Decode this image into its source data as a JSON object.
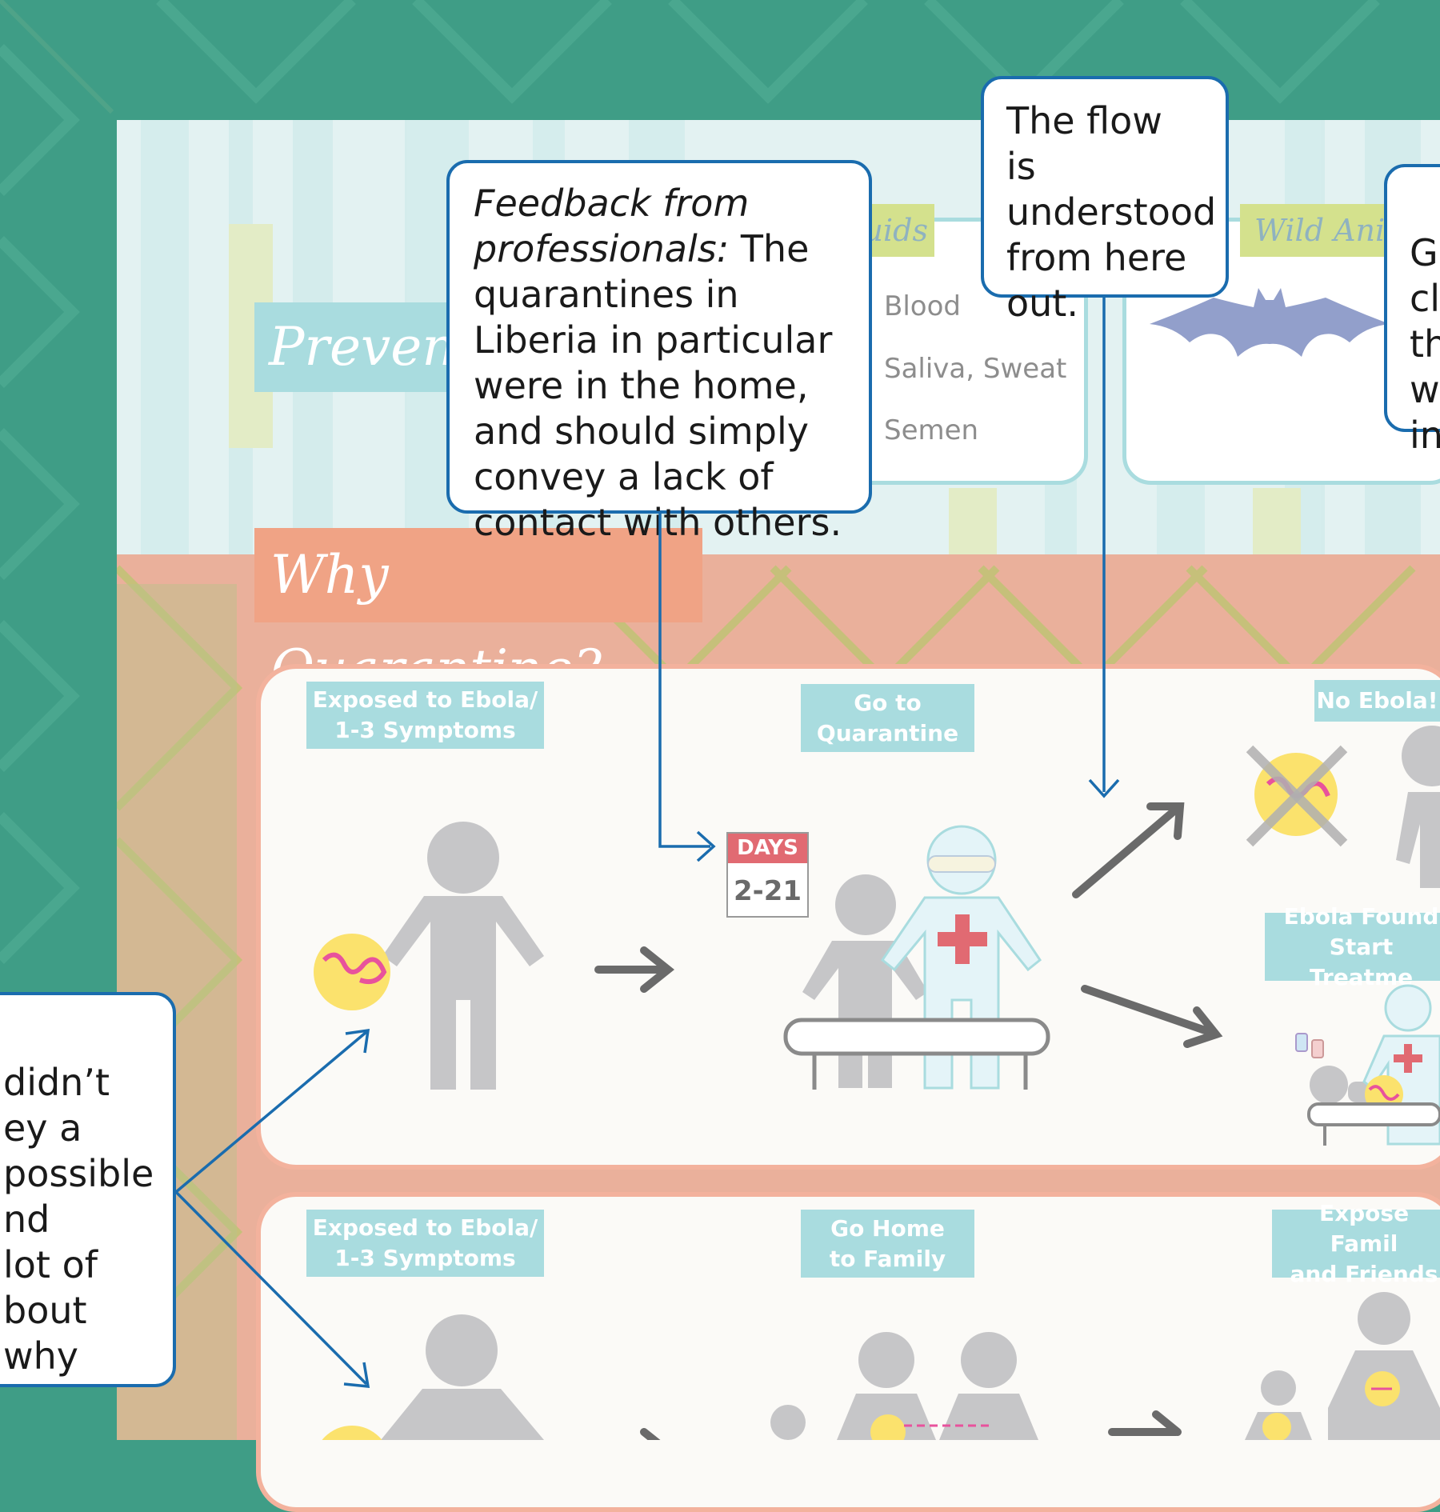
{
  "sections": {
    "prevent_title": "Prevent",
    "why_quarantine_title": "Why Quarantine?",
    "fluids_tag": "uids",
    "animals_tag": "Wild Anim"
  },
  "fluids": {
    "items": [
      "Blood",
      "Saliva, Sweat",
      "Semen"
    ]
  },
  "flow_row_1": {
    "step1": "Exposed to Ebola/\n1-3 Symptoms",
    "step2": "Go to\nQuarantine",
    "result_a": "No Ebola!",
    "result_b": "Ebola Found\nStart Treatme",
    "days_label": "DAYS",
    "days_value": "2-21"
  },
  "flow_row_2": {
    "step1": "Exposed to Ebola/\n1-3 Symptoms",
    "step2": "Go Home\nto Family",
    "step3": "Expose Famil\nand Friends"
  },
  "callouts": {
    "feedback": {
      "italic_part": "Feedback from professionals:",
      "rest": " The quarantines in Liberia in particular were in the home, and should simply convey a lack of contact with others."
    },
    "flow": "The flow is understood from here out.",
    "right_partial": "G\ncl\nth\nw\nin",
    "left_partial": " didn’t\ney a\npossible\nnd\n lot of\nbout why\nrted with\ngraphic."
  },
  "colors": {
    "teal_bg": "#3f9d86",
    "salmon": "#f0a385",
    "label_teal": "#a9dcdf",
    "callout_blue": "#1a6cae",
    "figure_gray": "#c6c6c8",
    "virus_yellow": "#fbe26d",
    "virus_pink": "#e8529c",
    "cross_red": "#e16a72"
  }
}
